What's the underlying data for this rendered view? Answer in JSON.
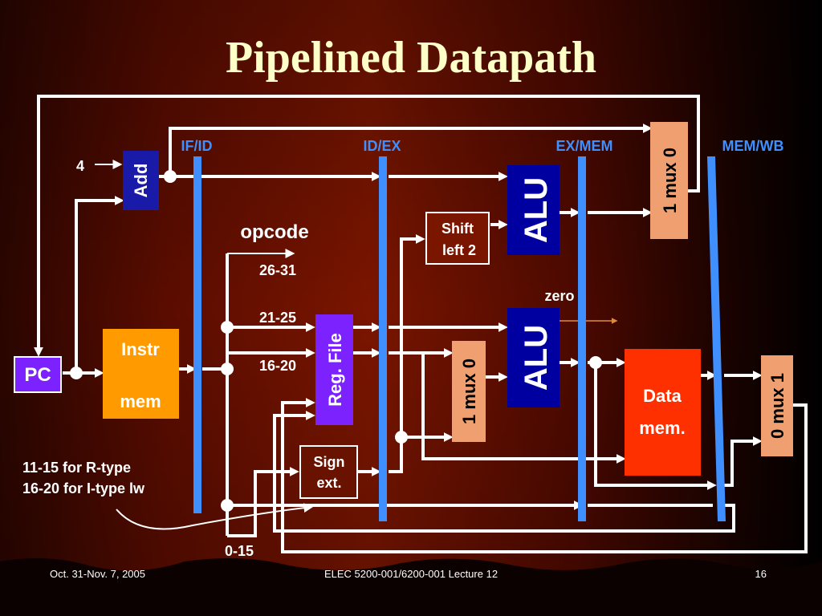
{
  "slide": {
    "title": "Pipelined Datapath",
    "stages": [
      "IF/ID",
      "ID/EX",
      "EX/MEM",
      "MEM/WB"
    ],
    "components": {
      "pc": "PC",
      "add": "Add",
      "instr_mem_line1": "Instr",
      "instr_mem_line2": "mem",
      "reg_file": "Reg. File",
      "shift_line1": "Shift",
      "shift_line2": "left 2",
      "sign_line1": "Sign",
      "sign_line2": "ext.",
      "alu_top": "ALU",
      "alu_main": "ALU",
      "mux_top": "1 mux 0",
      "mux_alu": "1 mux 0",
      "mux_wb": "0 mux 1",
      "data_mem_line1": "Data",
      "data_mem_line2": "mem."
    },
    "labels": {
      "four": "4",
      "opcode": "opcode",
      "bits_26_31": "26-31",
      "bits_21_25": "21-25",
      "bits_16_20": "16-20",
      "bits_0_15": "0-15",
      "zero": "zero",
      "note_line1": "11-15 for R-type",
      "note_line2": "16-20 for I-type lw"
    },
    "footer": {
      "left": "Oct. 31-Nov. 7, 2005",
      "center": "ELEC 5200-001/6200-001 Lecture 12",
      "page": "16"
    },
    "colors": {
      "pc": "#7b22ff",
      "add": "#1a1aa8",
      "instr_mem": "#ff9a00",
      "reg_file": "#7b22ff",
      "alu": "#0000a0",
      "mux": "#f0a070",
      "data_mem": "#ff3000",
      "pipeline_register": "#3f8fff",
      "title": "#ffffc8"
    }
  }
}
